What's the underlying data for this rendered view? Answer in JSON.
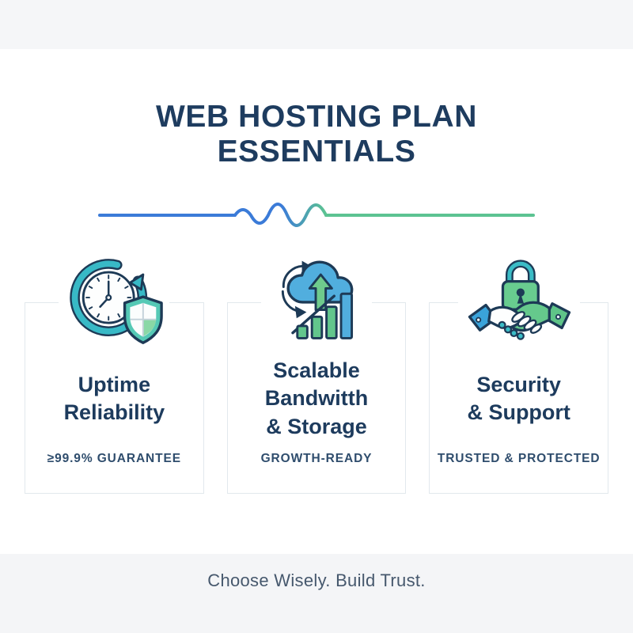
{
  "header": {
    "title": "WEB HOSTING PLAN\nESSENTIALS"
  },
  "divider": {
    "style": "wavy-line",
    "color_left": "#3b7bd8",
    "color_right": "#5cc392"
  },
  "cards": [
    {
      "title": "Uptime\nReliability",
      "subtitle": "≥99.9% GUARANTEE",
      "icon": "clock-with-shield-icon"
    },
    {
      "title": "Scalable\nBandwitth\n& Storage",
      "subtitle": "GROWTH-READY",
      "icon": "cloud-upload-growth-bars-icon"
    },
    {
      "title": "Security\n& Support",
      "subtitle": "TRUSTED & PROTECTED",
      "icon": "padlock-handshake-icon"
    }
  ],
  "footer": {
    "tagline": "Choose Wisely. Build Trust."
  },
  "colors": {
    "navy_text": "#1e3c5f",
    "navy_outline": "#1d3a56",
    "teal": "#38b9c6",
    "green": "#62c68c",
    "blue": "#51aede",
    "divider_blue": "#3b7bd8",
    "divider_green": "#5cc392",
    "band_gray": "#f5f6f8",
    "card_border": "#e2e8ed"
  }
}
